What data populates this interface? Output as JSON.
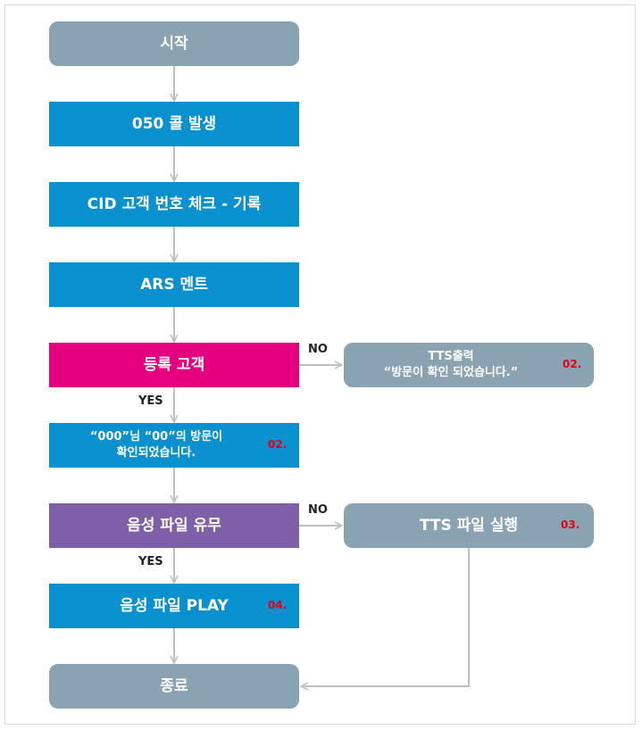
{
  "nodes": {
    "start": "시작",
    "call": "050 콜 발생",
    "cid": "CID 고객 번호 체크 - 기록",
    "ars": "ARS 멘트",
    "registered": "등록 고객",
    "tts_output_line1": "TTS출력",
    "tts_output_line2": "“방문이 확인 되었습니다.”",
    "visit_line1": "“000”님 “00”의 방문이",
    "visit_line2": "확인되었습니다.",
    "voice_file": "음성 파일 유무",
    "tts_file": "TTS 파일 실행",
    "voice_play": "음성 파일 PLAY",
    "end": "종료"
  },
  "badges": {
    "tts_output": "02.",
    "visit": "02.",
    "tts_file": "03.",
    "voice_play": "04."
  },
  "labels": {
    "no_1": "NO",
    "yes_1": "YES",
    "no_2": "NO",
    "yes_2": "YES"
  },
  "colors": {
    "terminal": "#8aa3b2",
    "process": "#0890cf",
    "decision_registered": "#e4007f",
    "decision_voice": "#7f60a8",
    "connector": "#c0c0c0",
    "badge": "#e60012"
  }
}
